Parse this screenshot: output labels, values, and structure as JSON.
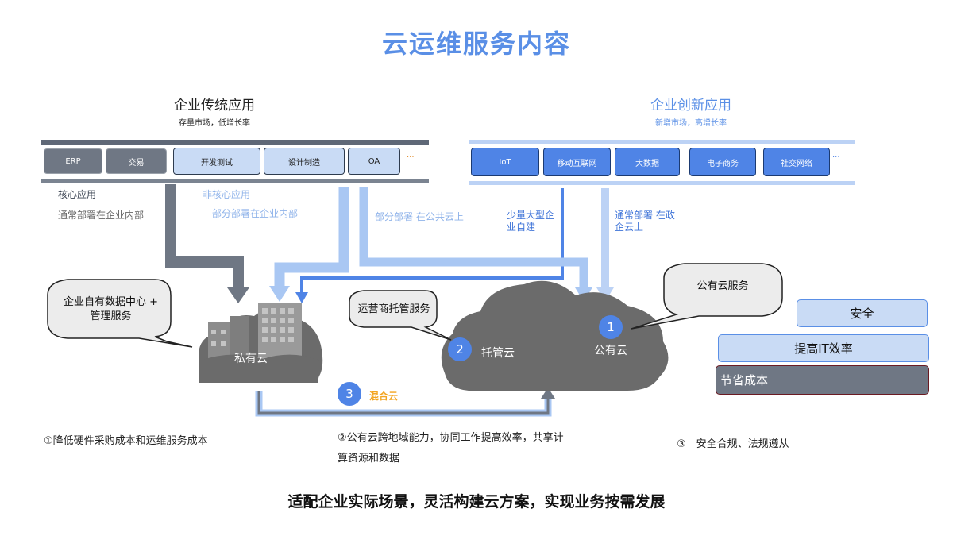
{
  "title": "云运维服务内容",
  "traditional": {
    "title": "企业传统应用",
    "subtitle": "存量市场，低增长率",
    "apps": [
      "ERP",
      "交易",
      "开发测试",
      "设计制造",
      "OA"
    ],
    "more": "...",
    "core_label": "核心应用",
    "core_desc": "通常部署在企业内部",
    "noncore_label": "非核心应用",
    "noncore_desc": "部分部署在企业内部",
    "public_desc": "部分部署 在公共云上"
  },
  "innovation": {
    "title": "企业创新应用",
    "subtitle": "新增市场，高增长率",
    "apps": [
      "IoT",
      "移动互联网",
      "大数据",
      "电子商务",
      "社交网络"
    ],
    "more": "...",
    "selfbuild_desc": "少量大型企业自建",
    "gov_desc": "通常部署 在政企云上"
  },
  "clouds": {
    "private": "私有云",
    "managed": "托管云",
    "public": "公有云",
    "hybrid": "混合云",
    "num_public": "1",
    "num_managed": "2",
    "num_hybrid": "3"
  },
  "bubbles": {
    "private": "企业自有数据中心 + 管理服务",
    "managed": "运营商托管服务",
    "public": "公有云服务"
  },
  "tiers": [
    "安全",
    "提高IT效率",
    "节省成本"
  ],
  "notes": {
    "n1": "①降低硬件采购成本和运维服务成本",
    "n2": "②公有云跨地域能力，协同工作提高效率，共享计算资源和数据",
    "n3": "③　安全合规、法规遵从"
  },
  "footer": "适配企业实际场景，灵活构建云方案，实现业务按需发展",
  "colors": {
    "accent": "#5a8fe6",
    "gray_box": "#6f7784",
    "light_box": "#c9dbf5",
    "blue_box": "#4f84e6",
    "cloud": "#6b6b6b",
    "hybrid": "#f3a521"
  }
}
